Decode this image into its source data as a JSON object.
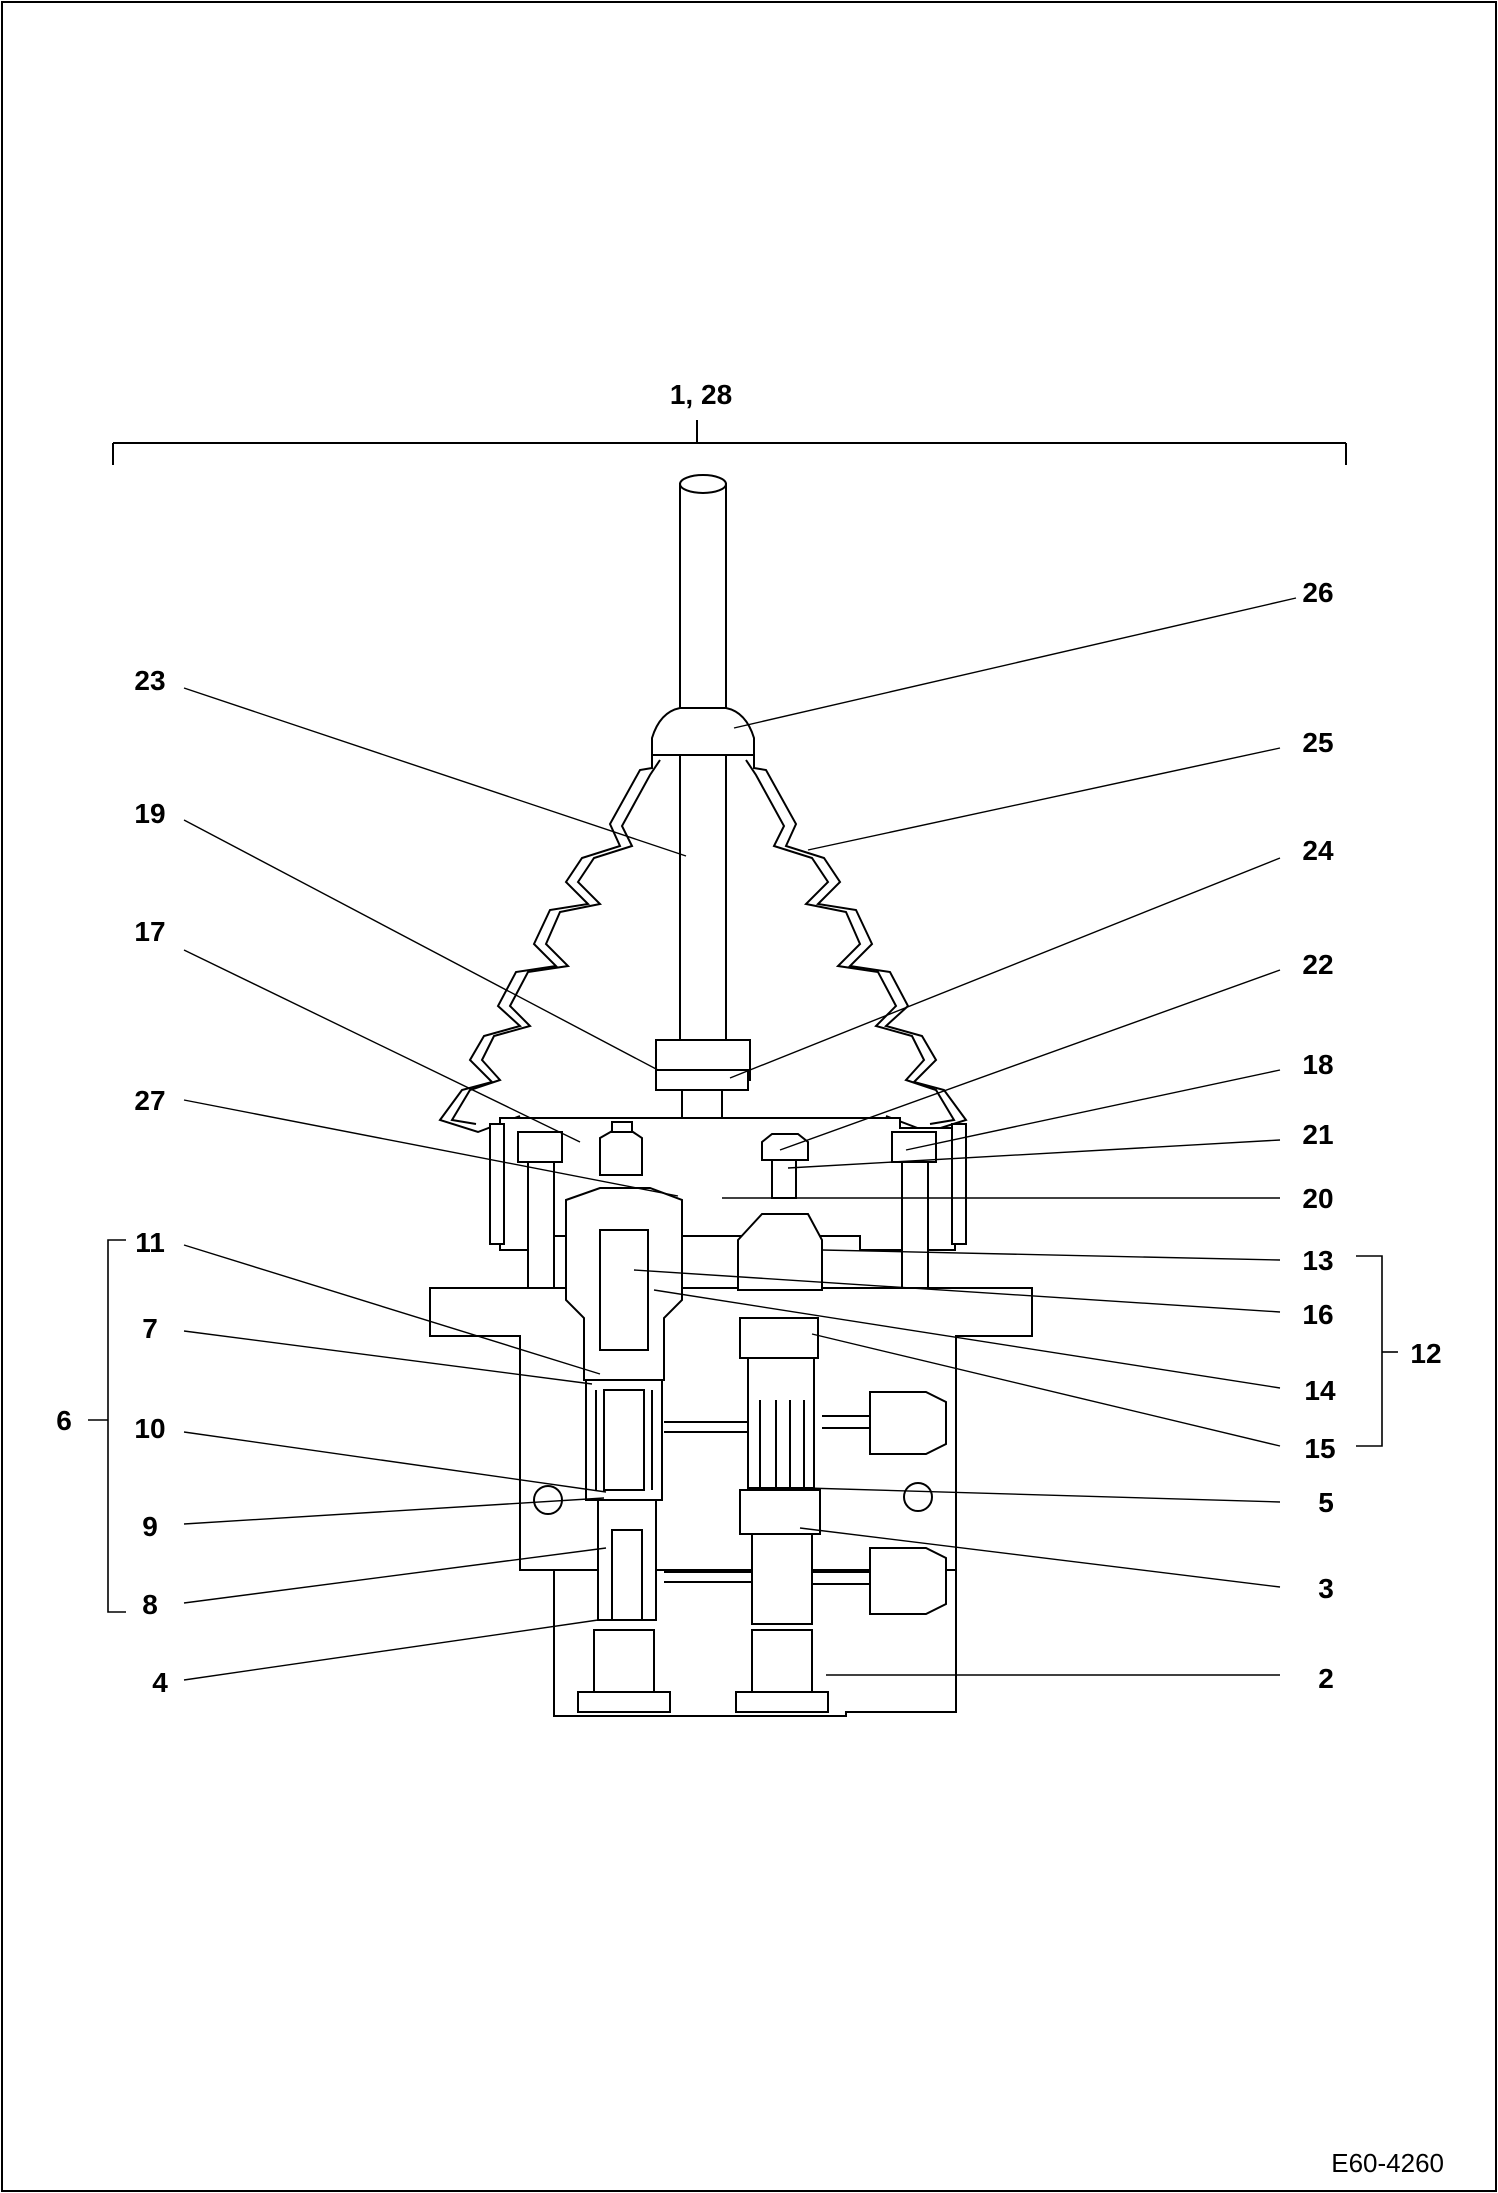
{
  "drawing_code": "E60-4260",
  "top_label": "1, 28",
  "callouts": {
    "c2": "2",
    "c3": "3",
    "c4": "4",
    "c5": "5",
    "c6": "6",
    "c7": "7",
    "c8": "8",
    "c9": "9",
    "c10": "10",
    "c11": "11",
    "c12": "12",
    "c13": "13",
    "c14": "14",
    "c15": "15",
    "c16": "16",
    "c17": "17",
    "c18": "18",
    "c19": "19",
    "c20": "20",
    "c21": "21",
    "c22": "22",
    "c23": "23",
    "c24": "24",
    "c25": "25",
    "c26": "26",
    "c27": "27"
  }
}
